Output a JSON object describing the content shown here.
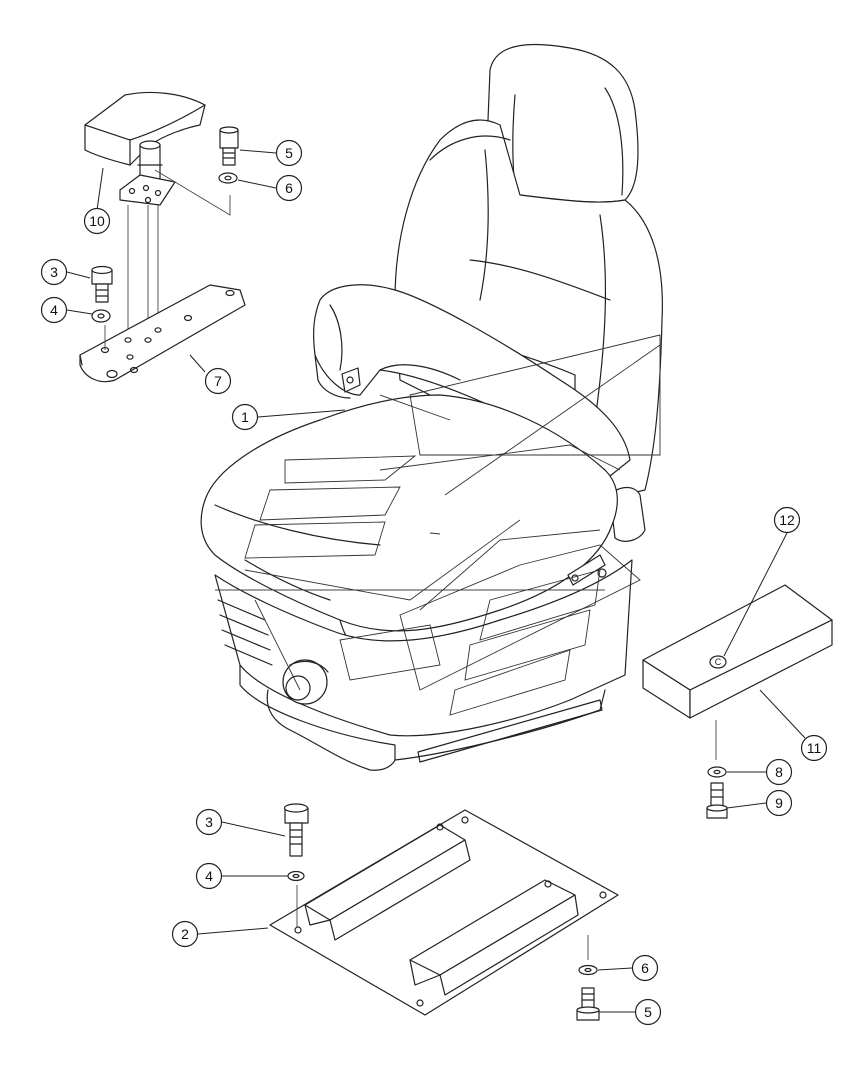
{
  "callouts": [
    {
      "label": "1"
    },
    {
      "label": "2"
    },
    {
      "label": "3"
    },
    {
      "label": "3"
    },
    {
      "label": "4"
    },
    {
      "label": "4"
    },
    {
      "label": "5"
    },
    {
      "label": "5"
    },
    {
      "label": "6"
    },
    {
      "label": "6"
    },
    {
      "label": "7"
    },
    {
      "label": "8"
    },
    {
      "label": "9"
    },
    {
      "label": "10"
    },
    {
      "label": "11"
    },
    {
      "label": "12"
    }
  ],
  "box_mark": "C"
}
